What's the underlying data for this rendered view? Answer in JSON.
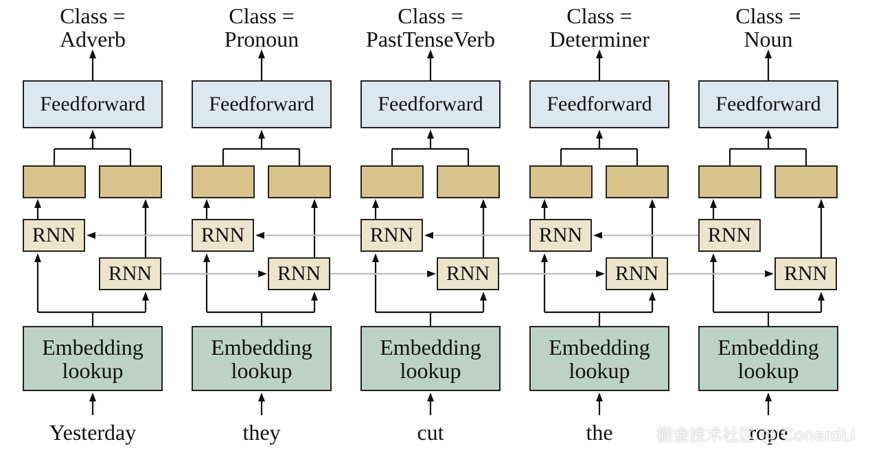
{
  "columns": [
    {
      "class_line1": "Class =",
      "class_line2": "Adverb",
      "feedforward": "Feedforward",
      "rnn_backward": "RNN",
      "rnn_forward": "RNN",
      "embedding_line1": "Embedding",
      "embedding_line2": "lookup",
      "word": "Yesterday"
    },
    {
      "class_line1": "Class =",
      "class_line2": "Pronoun",
      "feedforward": "Feedforward",
      "rnn_backward": "RNN",
      "rnn_forward": "RNN",
      "embedding_line1": "Embedding",
      "embedding_line2": "lookup",
      "word": "they"
    },
    {
      "class_line1": "Class =",
      "class_line2": "PastTenseVerb",
      "feedforward": "Feedforward",
      "rnn_backward": "RNN",
      "rnn_forward": "RNN",
      "embedding_line1": "Embedding",
      "embedding_line2": "lookup",
      "word": "cut"
    },
    {
      "class_line1": "Class =",
      "class_line2": "Determiner",
      "feedforward": "Feedforward",
      "rnn_backward": "RNN",
      "rnn_forward": "RNN",
      "embedding_line1": "Embedding",
      "embedding_line2": "lookup",
      "word": "the"
    },
    {
      "class_line1": "Class =",
      "class_line2": "Noun",
      "feedforward": "Feedforward",
      "rnn_backward": "RNN",
      "rnn_forward": "RNN",
      "embedding_line1": "Embedding",
      "embedding_line2": "lookup",
      "word": "rope"
    }
  ],
  "watermark": "掘金技术社区 @ ConardLi",
  "colors": {
    "feedforward": "#dde7f0",
    "state": "#d8c38c",
    "rnn": "#ece4cb",
    "embedding": "#bcd2c6",
    "recurrent_line": "#bdbdbd",
    "line": "#111111"
  }
}
